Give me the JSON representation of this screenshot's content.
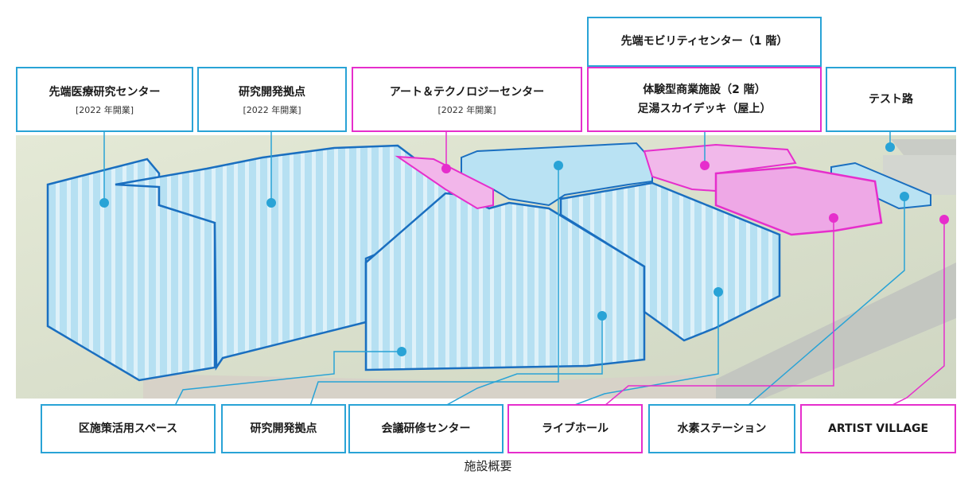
{
  "caption": "施設概要",
  "colors": {
    "blue": "#29a3d6",
    "pink": "#e62ecc",
    "building_fill": "#a9d8ee",
    "ground": "#dfe6cf"
  },
  "labels": {
    "advanced_medical": {
      "title": "先端医療研究センター",
      "sub": "[2022 年開業]"
    },
    "rd_base_top": {
      "title": "研究開発拠点",
      "sub": "[2022 年開業]"
    },
    "art_tech": {
      "title": "アート＆テクノロジーセンター",
      "sub": "[2022 年開業]"
    },
    "mobility": {
      "title": "先端モビリティセンター（1 階）"
    },
    "commercial": {
      "title": "体験型商業施設（2 階）",
      "sub": "足湯スカイデッキ（屋上）"
    },
    "test_road": {
      "title": "テスト路"
    },
    "ward_space": {
      "title": "区施策活用スペース"
    },
    "rd_base_bottom": {
      "title": "研究開発拠点"
    },
    "conference": {
      "title": "会議研修センター"
    },
    "live_hall": {
      "title": "ライブホール"
    },
    "hydrogen": {
      "title": "水素ステーション"
    },
    "artist_village": {
      "title": "ARTIST VILLAGE"
    }
  }
}
